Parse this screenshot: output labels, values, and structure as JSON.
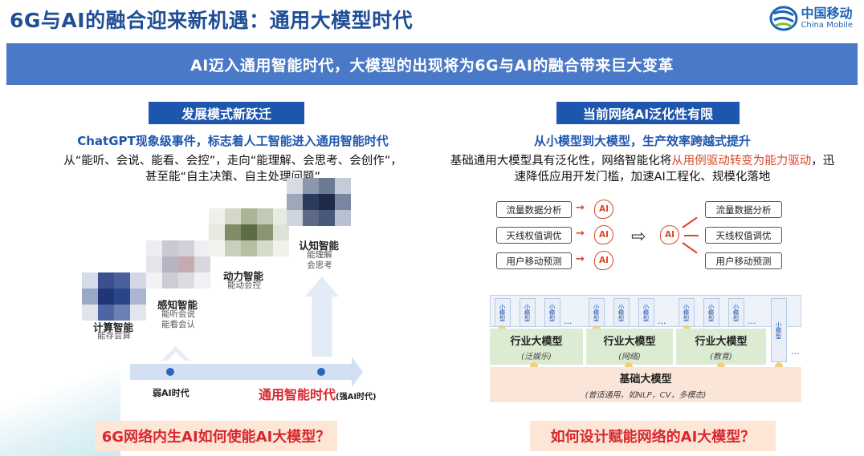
{
  "title": "6G与AI的融合迎来新机遇：通用大模型时代",
  "logo": {
    "cn": "中国移动",
    "en": "China Mobile"
  },
  "banner": "AI迈入通用智能时代，大模型的出现将为6G与AI的融合带来巨大变革",
  "left": {
    "section_label": "发展模式新跃迁",
    "subhead": "ChatGPT现象级事件，标志着人工智能进入通用智能时代",
    "body_line1": "从“能听、会说、能看、会控”，走向“能理解、会思考、会创作”，",
    "body_line2": "甚至能“自主决策、自主处理问题”",
    "stages": [
      {
        "name": "计算智能",
        "sub": "能存会算"
      },
      {
        "name": "感知智能",
        "sub": "能听会说\n能看会认"
      },
      {
        "name": "动力智能",
        "sub": "能动会控"
      },
      {
        "name": "认知智能",
        "sub": "能理解\n会思考"
      }
    ],
    "weak_era": "弱AI时代",
    "general_era": "通用智能时代",
    "general_era_note": "(强AI时代)",
    "question": "6G网络内生AI如何使能AI大模型？"
  },
  "right": {
    "section_label": "当前网络AI泛化性有限",
    "subhead": "从小模型到大模型，生产效率跨越式提升",
    "body_part1": "基础通用大模型具有泛化性，网络智能化将",
    "body_highlight": "从用例驱动转变为能力驱动",
    "body_part2": "，迅速降低应用开发门槛，加速AI工程化、规模化落地",
    "tasks": [
      "流量数据分析",
      "天线权值调优",
      "用户移动预测"
    ],
    "ai_label": "AI",
    "small_model": "小模型",
    "ellipsis": "...",
    "industry_models": [
      {
        "name": "行业大模型",
        "domain": "(泛娱乐)"
      },
      {
        "name": "行业大模型",
        "domain": "(网络)"
      },
      {
        "name": "行业大模型",
        "domain": "(教育)"
      }
    ],
    "foundation": {
      "name": "基础大模型",
      "domain": "(普适通用，如NLP，CV，多模态)"
    },
    "question": "如何设计赋能网络的AI大模型？"
  },
  "colors": {
    "brand_blue": "#1f56ad",
    "accent_red": "#d9272e",
    "banner": "#4a79c8"
  }
}
